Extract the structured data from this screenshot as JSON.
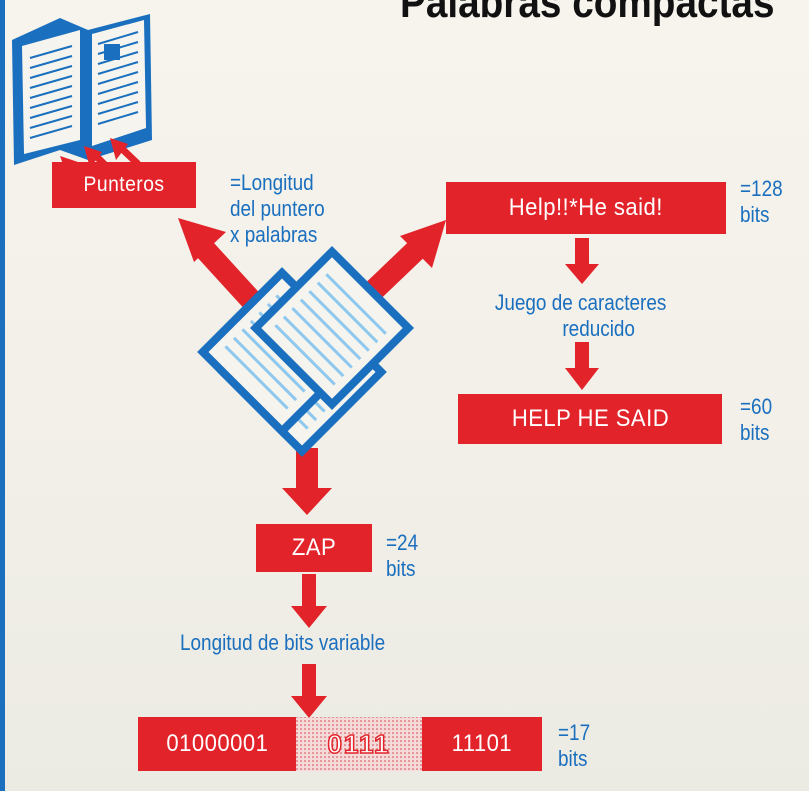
{
  "title": "Palabras compactas",
  "pointers": {
    "box": "Punteros",
    "note": [
      "=Longitud",
      "del puntero",
      "x palabras"
    ]
  },
  "top_right": {
    "box": "Help!!*He said!",
    "size": [
      "=128",
      "bits"
    ]
  },
  "step1": {
    "label": [
      "Juego de caracteres",
      "reducido"
    ]
  },
  "mid_right": {
    "box": "HELP HE SAID",
    "size": [
      "=60",
      "bits"
    ]
  },
  "zap": {
    "box": "ZAP",
    "size": [
      "=24",
      "bits"
    ]
  },
  "step2": {
    "label": "Longitud de bits variable"
  },
  "bits": {
    "left": "01000001",
    "middle": "0111",
    "right": "11101",
    "size": [
      "=17",
      "bits"
    ]
  },
  "colors": {
    "red": "#e2232a",
    "blue": "#1a6fbf",
    "blue_light": "#8ec8ee"
  }
}
